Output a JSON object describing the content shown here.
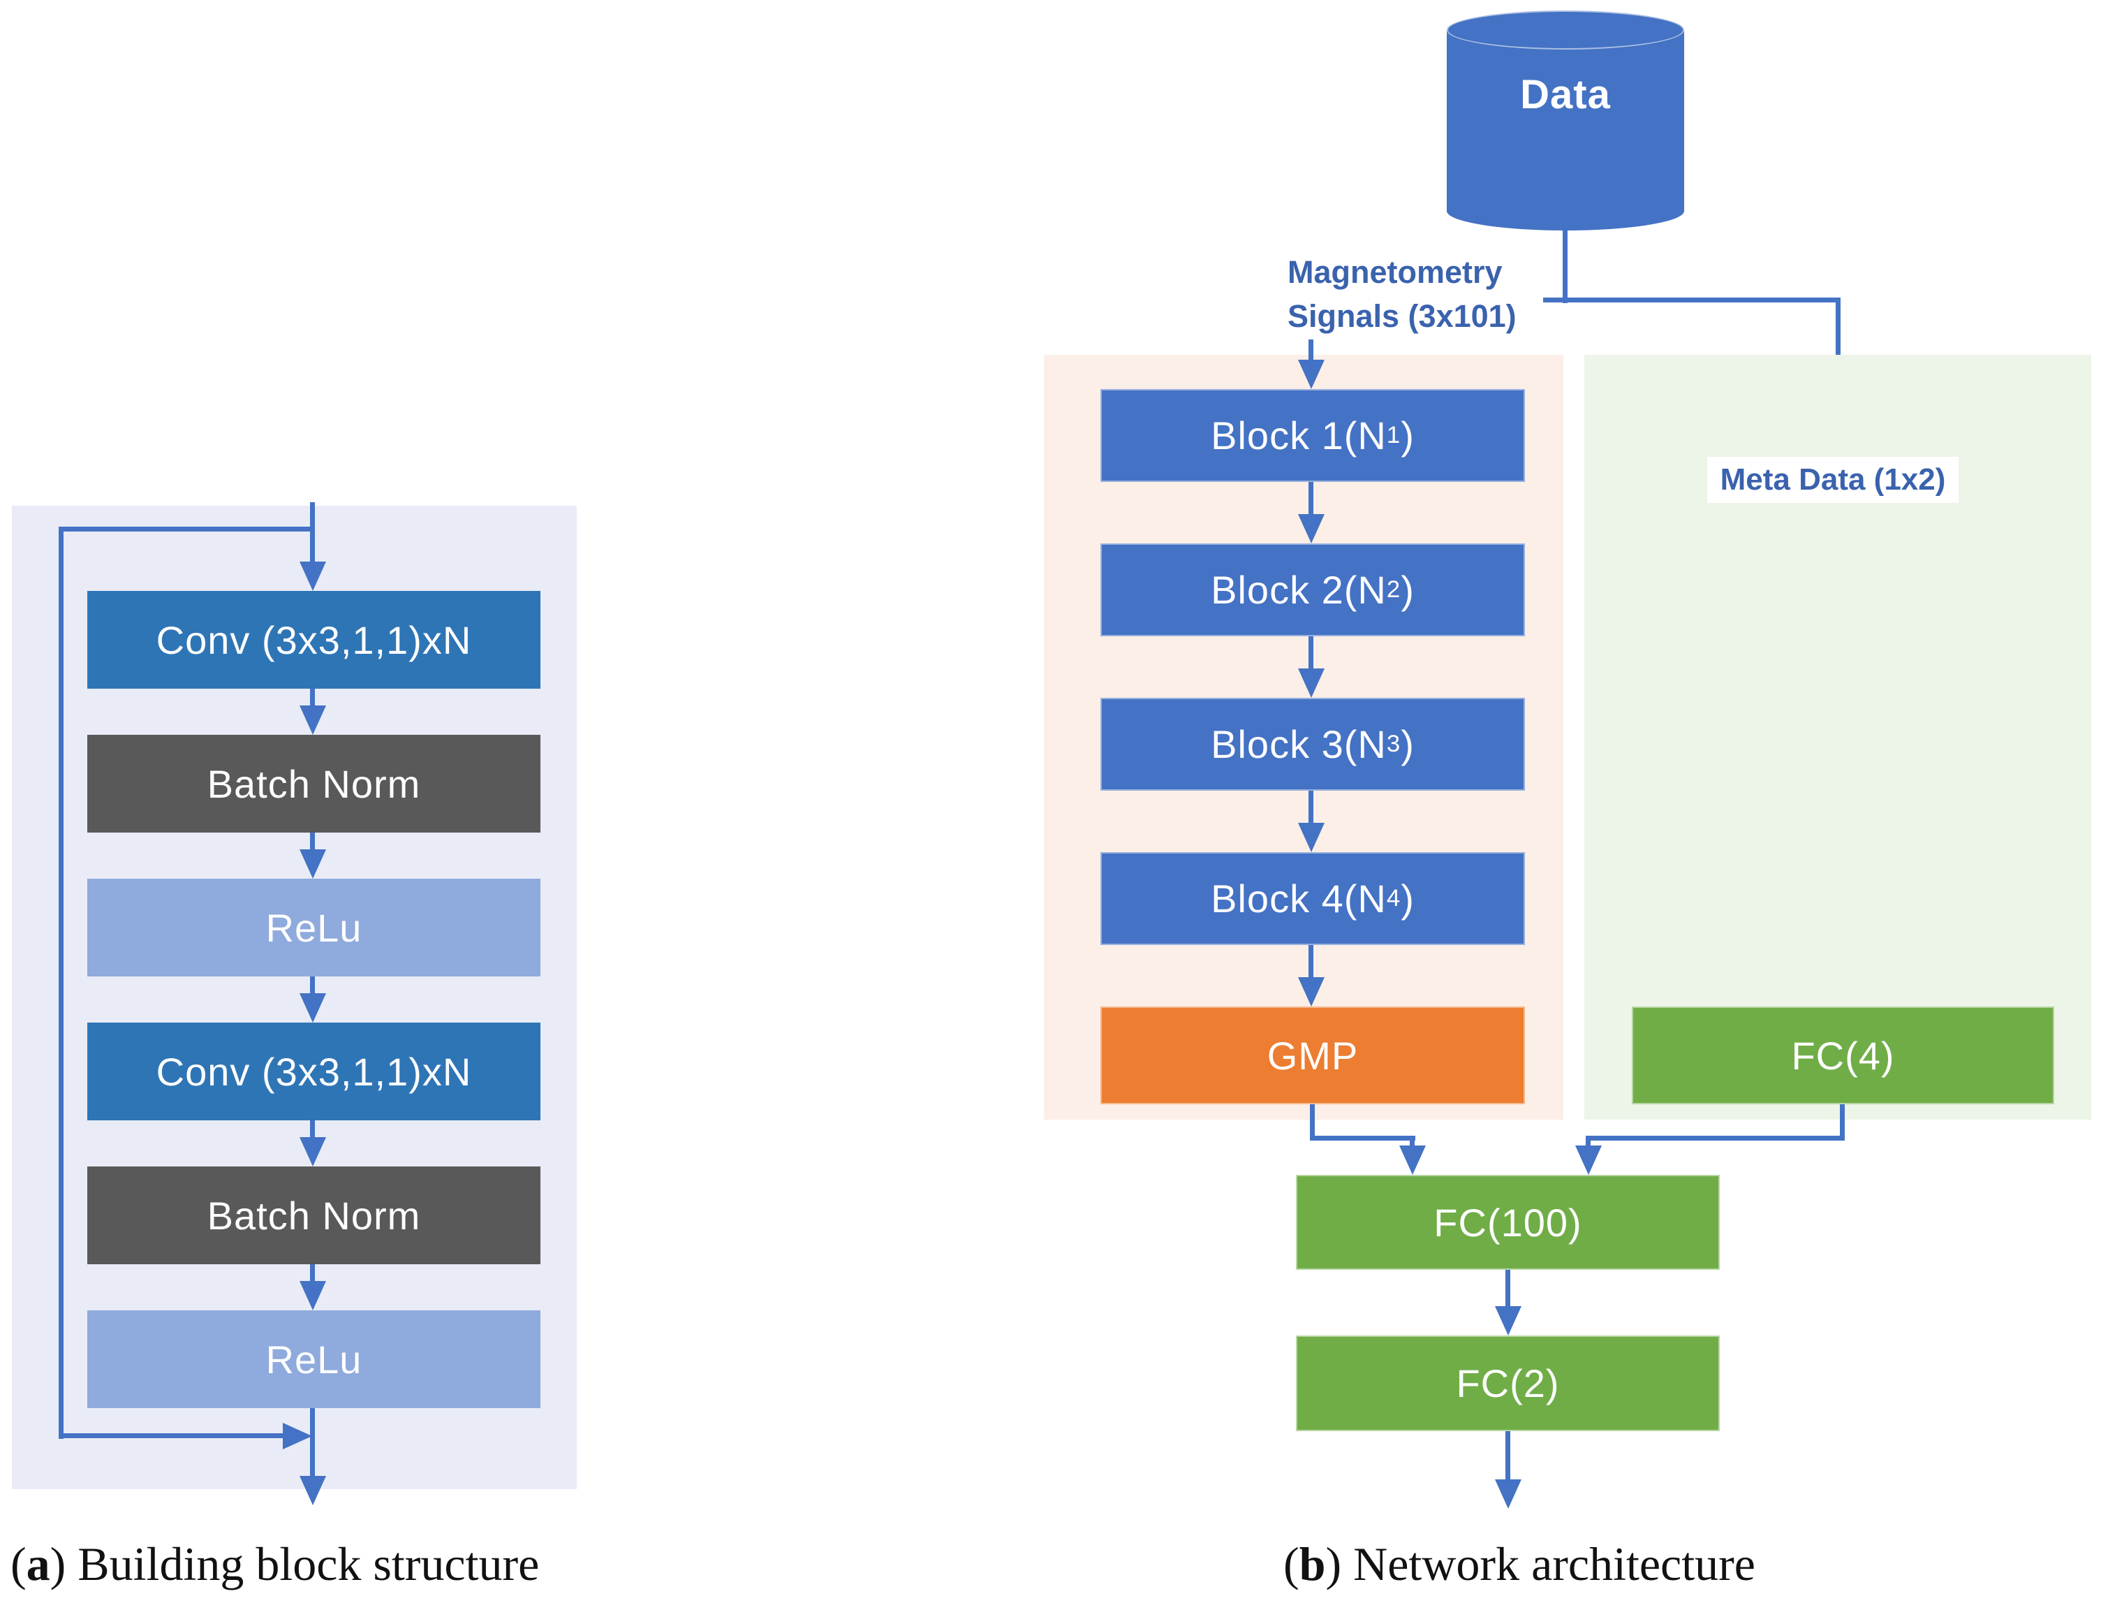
{
  "colors": {
    "line": "#4472C4",
    "conv-blue": "#2E75B6",
    "block-blue": "#4472C4",
    "relu-blue": "#8FAADC",
    "bn-gray": "#595959",
    "gmp-orange": "#ED7D31",
    "fc-green": "#70AD47",
    "panel-a-bg": "#E9ECF7",
    "panel-orange-bg": "#FCEFE7",
    "panel-green-bg": "#EDF4E8",
    "label-blue": "#3A62AD"
  },
  "panel_a": {
    "caption": {
      "open": "(",
      "letter": "a",
      "rest": ") Building block structure"
    },
    "boxes": [
      {
        "label": "Conv (3x3,1,1)xN"
      },
      {
        "label": "Batch Norm"
      },
      {
        "label": "ReLu"
      },
      {
        "label": "Conv (3x3,1,1)xN"
      },
      {
        "label": "Batch Norm"
      },
      {
        "label": "ReLu"
      }
    ]
  },
  "panel_b": {
    "database_label": "Data",
    "edge_labels": {
      "magnetometry_line1": "Magnetometry",
      "magnetometry_line2": "Signals (3x101)",
      "meta": "Meta Data (1x2)"
    },
    "blocks": [
      {
        "prefix": "Block 1(N",
        "sub": "1",
        "suffix": ")"
      },
      {
        "prefix": "Block 2(N",
        "sub": "2",
        "suffix": ")"
      },
      {
        "prefix": "Block 3(N",
        "sub": "3",
        "suffix": ")"
      },
      {
        "prefix": "Block 4(N",
        "sub": "4",
        "suffix": ")"
      }
    ],
    "gmp_label": "GMP",
    "fc4_label": "FC(4)",
    "fc100_label": "FC(100)",
    "fc2_label": "FC(2)",
    "caption": {
      "open": "(",
      "letter": "b",
      "rest": ") Network architecture"
    }
  }
}
